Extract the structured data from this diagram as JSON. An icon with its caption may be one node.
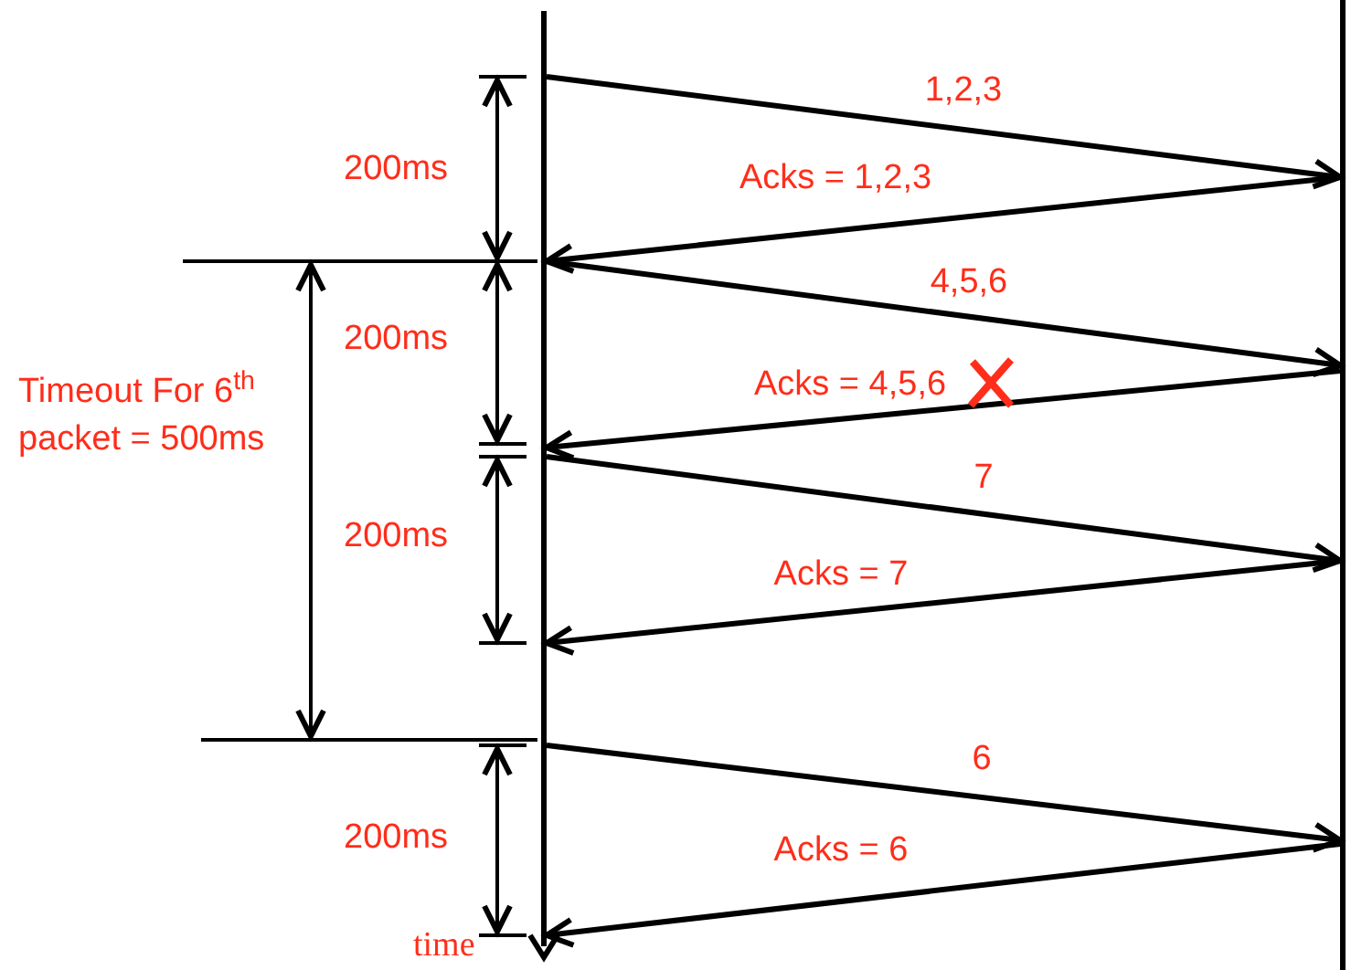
{
  "diagram": {
    "nodes": [
      {
        "text": [],
        "shape": "bar",
        "beside": [
          "time"
        ]
      },
      {
        "text": [],
        "shape": "bar"
      }
    ],
    "edges": [
      {
        "from": 0,
        "to": 1,
        "arrow": "to",
        "label": "1,2,3"
      },
      {
        "from": 1,
        "to": 0,
        "arrow": "to",
        "label": "Acks = 1,2,3"
      },
      {
        "from": 0,
        "to": 1,
        "arrow": "to",
        "label": "4,5,6"
      },
      {
        "from": 1,
        "to": 0,
        "arrow": "to",
        "label": "Acks = 4,5,6"
      },
      {
        "from": 0,
        "to": 1,
        "arrow": "to",
        "label": "7"
      },
      {
        "from": 1,
        "to": 0,
        "arrow": "to",
        "label": "Acks = 7"
      },
      {
        "from": 0,
        "to": 1,
        "arrow": "to",
        "label": "6"
      },
      {
        "from": 1,
        "to": 0,
        "arrow": "to",
        "label": "Acks = 6"
      }
    ],
    "labels": [
      "200ms",
      "200ms",
      "Timeout For 6$^{th}$ packet = 500ms",
      "200ms",
      "200ms"
    ]
  }
}
